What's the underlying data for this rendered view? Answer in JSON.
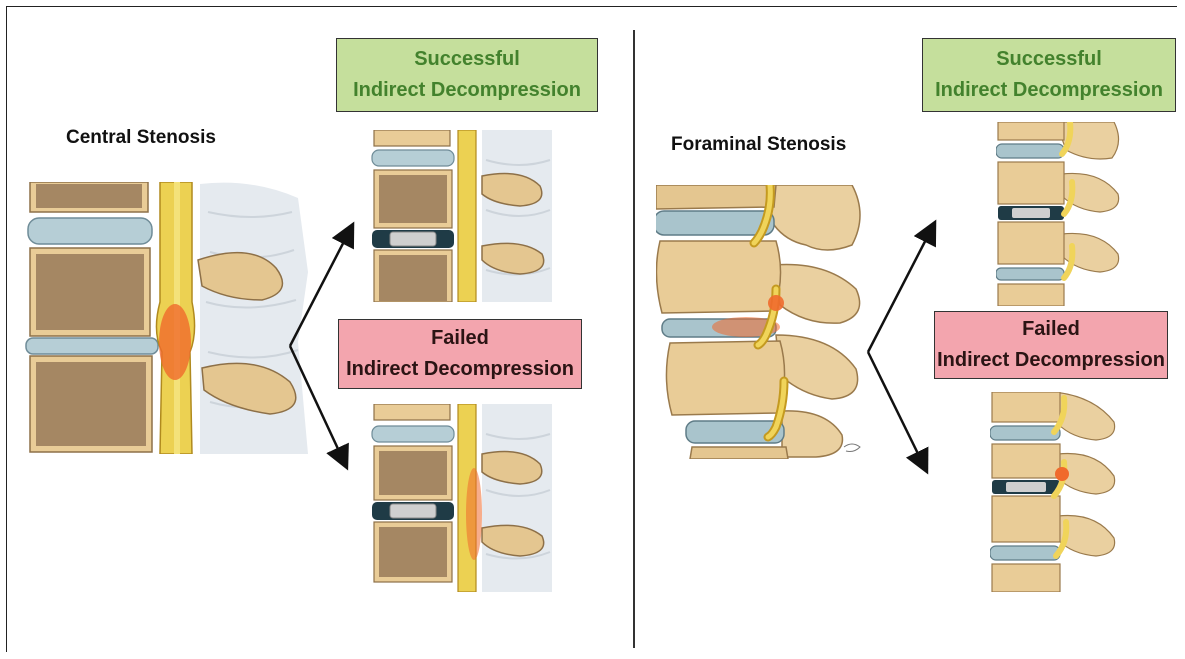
{
  "colors": {
    "success_fill": "#c5df9c",
    "success_text": "#43822d",
    "failed_fill": "#f3a5ae",
    "failed_text": "#2b1414",
    "bone": "#e9cc97",
    "marrow": "#a58763",
    "disc": "#b6ced6",
    "nerve": "#e7c84a",
    "compression": "#f06a2c"
  },
  "left_panel": {
    "heading": "Central Stenosis",
    "success_box": {
      "line1": "Successful",
      "line2": "Indirect Decompression"
    },
    "failed_box": {
      "line1": "Failed",
      "line2": "Indirect Decompression"
    }
  },
  "right_panel": {
    "heading": "Foraminal Stenosis",
    "success_box": {
      "line1": "Successful",
      "line2": "Indirect Decompression"
    },
    "failed_box": {
      "line1": "Failed",
      "line2": "Indirect Decompression"
    }
  }
}
